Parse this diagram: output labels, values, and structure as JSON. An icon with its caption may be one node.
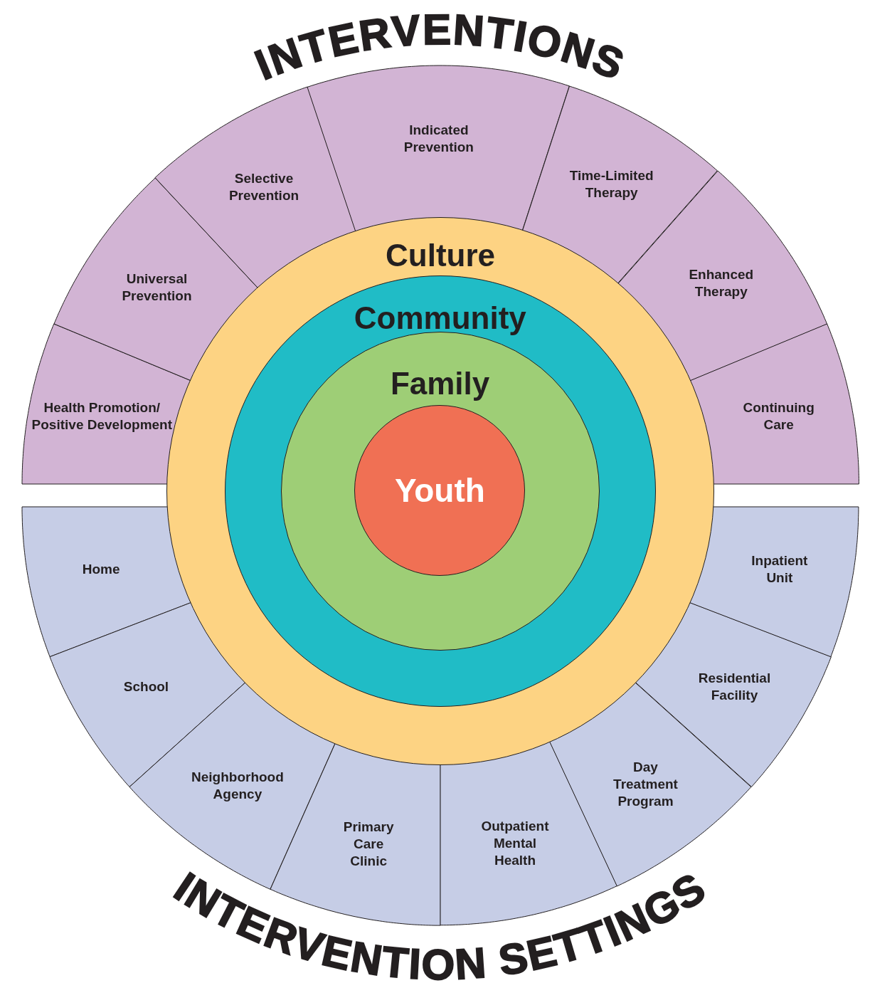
{
  "diagram": {
    "nodes": [
      {
        "text": [
          "Culture"
        ]
      },
      {
        "text": [
          "Community"
        ],
        "in": 0
      },
      {
        "text": [
          "Family"
        ],
        "in": 1
      },
      {
        "text": [
          "Youth"
        ],
        "in": 2
      },
      {
        "text": [
          "Health Promotion/ Positive Development"
        ]
      },
      {
        "text": [
          "Universal Prevention"
        ]
      },
      {
        "text": [
          "Selective Prevention"
        ]
      },
      {
        "text": [
          "Indicated Prevention"
        ]
      },
      {
        "text": [
          "Time-Limited Therapy"
        ]
      },
      {
        "text": [
          "Enhanced Therapy"
        ]
      },
      {
        "text": [
          "Continuing Care"
        ]
      },
      {
        "text": [
          "Home"
        ]
      },
      {
        "text": [
          "School"
        ]
      },
      {
        "text": [
          "Neighborhood Agency"
        ]
      },
      {
        "text": [
          "Primary Care Clinic"
        ]
      },
      {
        "text": [
          "Outpatient Mental Health"
        ]
      },
      {
        "text": [
          "Day Treatment Program"
        ]
      },
      {
        "text": [
          "Residential Facility"
        ]
      },
      {
        "text": [
          "Inpatient Unit"
        ]
      }
    ],
    "labels": [
      "INTERVENTIONS",
      "INTERVENTION SETTINGS"
    ]
  }
}
